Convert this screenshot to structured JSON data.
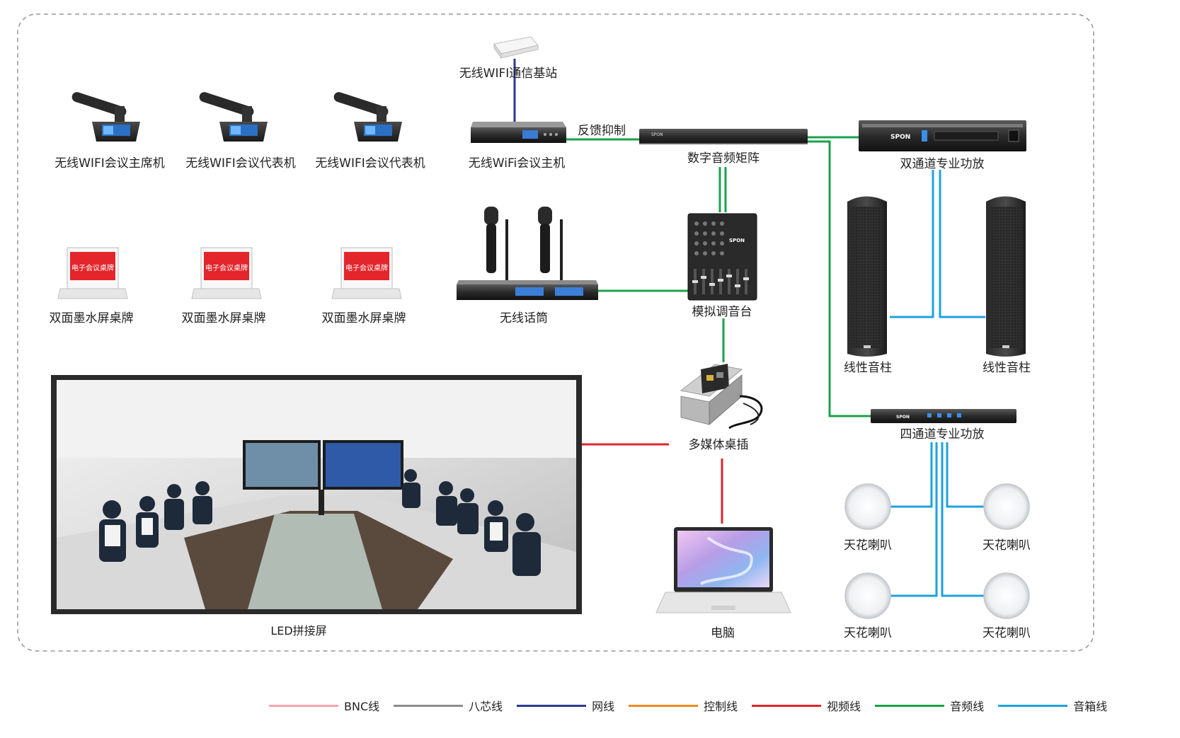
{
  "devices": {
    "wifi_base": "无线WIFI通信基站",
    "chair_unit": "无线WIFI会议主席机",
    "delegate_unit_1": "无线WIFI会议代表机",
    "delegate_unit_2": "无线WIFI会议代表机",
    "wifi_host": "无线WiFi会议主机",
    "feedback": "反馈抑制",
    "matrix": "数字音频矩阵",
    "amp2": "双通道专业功放",
    "nameplate_1": "双面墨水屏桌牌",
    "nameplate_2": "双面墨水屏桌牌",
    "nameplate_3": "双面墨水屏桌牌",
    "nameplate_screen_text": "电子会议桌牌",
    "wireless_mic": "无线话筒",
    "mixer": "模拟调音台",
    "column_left": "线性音柱",
    "column_right": "线性音柱",
    "amp4": "四通道专业功放",
    "multimedia": "多媒体桌插",
    "led_screen": "LED拼接屏",
    "laptop": "电脑",
    "ceiling_1": "天花喇叭",
    "ceiling_2": "天花喇叭",
    "ceiling_3": "天花喇叭",
    "ceiling_4": "天花喇叭",
    "brand": "SPON"
  },
  "legend": [
    {
      "label": "BNC线",
      "color": "#f4a6b0"
    },
    {
      "label": "八芯线",
      "color": "#8c8c8c"
    },
    {
      "label": "网线",
      "color": "#2b3a8f"
    },
    {
      "label": "控制线",
      "color": "#f28a1c"
    },
    {
      "label": "视频线",
      "color": "#e0252b"
    },
    {
      "label": "音频线",
      "color": "#1aa24a"
    },
    {
      "label": "音箱线",
      "color": "#1ea1e0"
    }
  ],
  "colors": {
    "audio": "#1aa24a",
    "speaker": "#1ea1e0",
    "video": "#e0252b",
    "network": "#2b3a8f",
    "border": "#9a9a9a",
    "nameplate_red": "#e3262c"
  }
}
